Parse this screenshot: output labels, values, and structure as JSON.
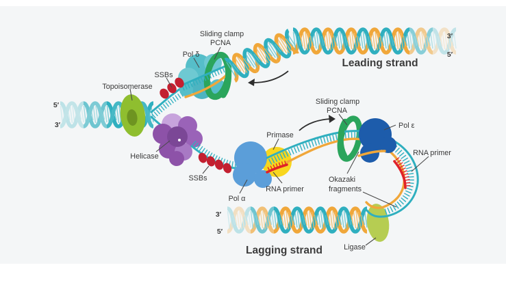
{
  "diagram": {
    "type": "dna-replication-fork-illustration",
    "labels": {
      "sliding_clamp_leading": {
        "line1": "Sliding clamp",
        "line2": "PCNA"
      },
      "pol_delta": "Pol δ",
      "ssbs_upper": "SSBs",
      "topoisomerase": "Topoisomerase",
      "helicase": "Helicase",
      "ssbs_lower": "SSBs",
      "pol_alpha": "Pol α",
      "primase": "Primase",
      "rna_primer_left": "RNA primer",
      "sliding_clamp_lagging": {
        "line1": "Sliding clamp",
        "line2": "PCNA"
      },
      "pol_epsilon": "Pol ε",
      "rna_primer_right": "RNA primer",
      "okazaki": {
        "line1": "Okazaki",
        "line2": "fragments"
      },
      "ligase": "Ligase",
      "leading_strand": "Leading strand",
      "lagging_strand": "Lagging strand"
    },
    "strand_ends": {
      "left_top": "5′",
      "left_bottom": "3′",
      "leading_right_top": "3′",
      "leading_right_bottom": "5′",
      "lagging_left_top": "3′",
      "lagging_left_bottom": "5′"
    },
    "colors": {
      "background_panel": "#f4f6f7",
      "dna_teal": "#2fafbf",
      "dna_orange": "#f0a73a",
      "pcna_green": "#2ba55c",
      "topoisomerase_green": "#8fbe2f",
      "ligase_green": "#b6cd52",
      "helicase_purple": "#8d52a8",
      "ssb_red": "#c32030",
      "rna_primer_red": "#e02228",
      "pol_alpha_blue": "#5b9ed9",
      "pol_epsilon_blue": "#1d5cab",
      "pol_delta_teal": "#56bec9",
      "primase_yellow": "#f8d61e",
      "label_text": "#383838"
    }
  }
}
